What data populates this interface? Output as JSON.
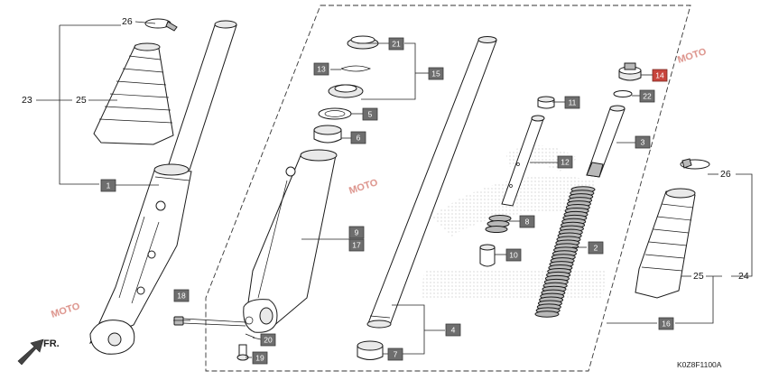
{
  "callouts": [
    {
      "id": "c1",
      "label": "1"
    },
    {
      "id": "c2",
      "label": "2"
    },
    {
      "id": "c3",
      "label": "3"
    },
    {
      "id": "c4",
      "label": "4"
    },
    {
      "id": "c5",
      "label": "5"
    },
    {
      "id": "c6",
      "label": "6"
    },
    {
      "id": "c7",
      "label": "7"
    },
    {
      "id": "c8",
      "label": "8"
    },
    {
      "id": "c9",
      "label": "9"
    },
    {
      "id": "c10",
      "label": "10"
    },
    {
      "id": "c11",
      "label": "11"
    },
    {
      "id": "c12",
      "label": "12"
    },
    {
      "id": "c13",
      "label": "13"
    },
    {
      "id": "c14",
      "label": "14"
    },
    {
      "id": "c15",
      "label": "15"
    },
    {
      "id": "c16",
      "label": "16"
    },
    {
      "id": "c17",
      "label": "17"
    },
    {
      "id": "c18",
      "label": "18"
    },
    {
      "id": "c19",
      "label": "19"
    },
    {
      "id": "c20",
      "label": "20"
    },
    {
      "id": "c21",
      "label": "21"
    },
    {
      "id": "c22",
      "label": "22"
    }
  ],
  "plain_labels": {
    "l23": "23",
    "l25a": "25",
    "l26a": "26",
    "l26b": "26",
    "l25b": "25",
    "l24": "24"
  },
  "direction_label": "FR.",
  "diagram_code": "K0Z8F1100A",
  "watermark_logo_text": "MOTO",
  "colors": {
    "callout_box": "#6e6e6e",
    "callout_highlight": "#c8453d",
    "watermark": "#c0392b"
  }
}
